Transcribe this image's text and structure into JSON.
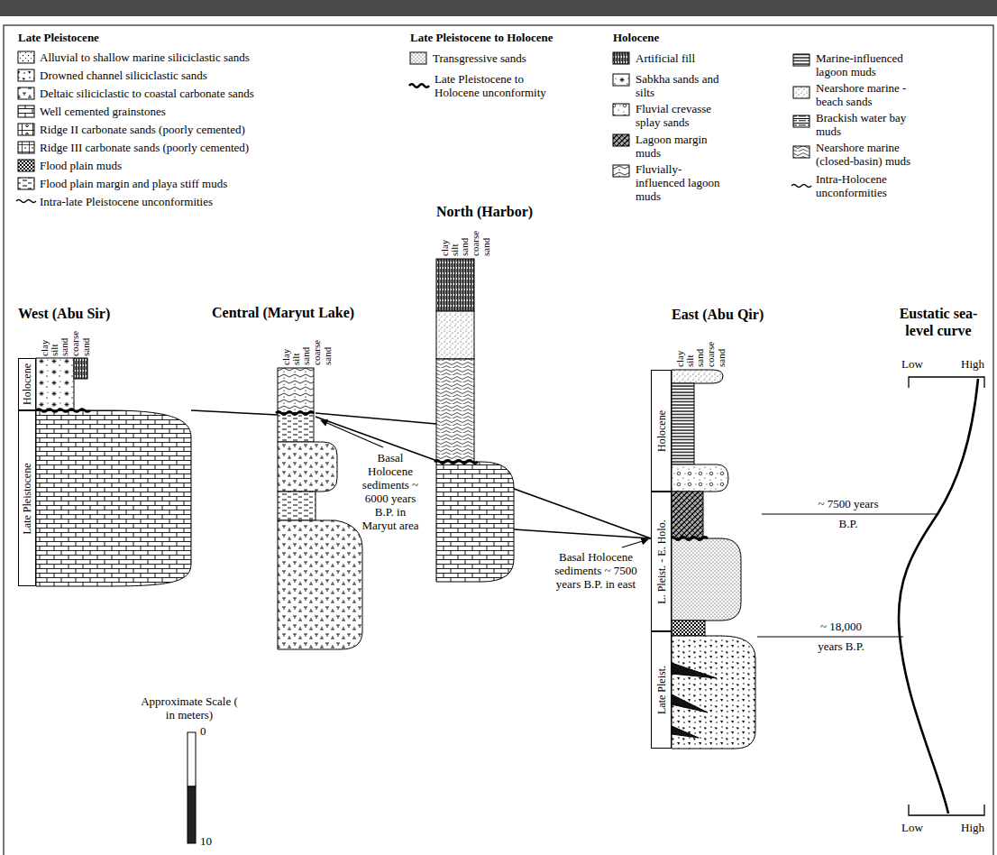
{
  "diagram": {
    "nodes": [
      {
        "text": [
          "West (Abu Sir)"
        ]
      },
      {
        "text": [
          "Holocene"
        ],
        "in": 0
      },
      {
        "text": [
          "Late Pleistocene"
        ],
        "in": 0
      },
      {
        "text": [
          "Central (Maryut Lake)"
        ]
      },
      {
        "text": [
          "North (Harbor)"
        ]
      },
      {
        "text": [
          "East (Abu Qir)"
        ]
      },
      {
        "text": [
          "Holocene"
        ],
        "in": 5
      },
      {
        "text": [
          "L. Pleist. - E. Holo."
        ],
        "in": 5
      },
      {
        "text": [
          "Late Pleist."
        ],
        "in": 5
      }
    ],
    "edges": [
      {
        "from": 0,
        "to": 3,
        "arrow": "none"
      },
      {
        "from": 3,
        "to": 4,
        "arrow": "none"
      },
      {
        "from": 4,
        "to": 5,
        "arrow": "none"
      },
      {
        "from": 3,
        "to": 5,
        "arrow": "none"
      }
    ],
    "labels": [
      "Late Pleistocene",
      "Late Pleistocene to Holocene",
      "Holocene",
      "clay",
      "silt",
      "sand",
      "coarse sand",
      "clay",
      "silt",
      "sand",
      "coarse sand",
      "clay",
      "silt",
      "sand",
      "coarse sand",
      "clay",
      "silt",
      "sand",
      "coarse sand",
      "Basal Holocene sediments ~ 6000 years B.P. in Maryut area",
      "Basal Holocene sediments ~ 7500 years B.P. in east",
      "Eustatic sea-level curve",
      "Low",
      "High",
      "~ 7500 years B.P.",
      "~ 18,000 years B.P.",
      "Low",
      "High",
      "Approximate Scale ( in meters)",
      "0",
      "10"
    ],
    "legend": [
      {
        "text": "Alluvial to shallow marine siliciclastic sands"
      },
      {
        "text": "Drowned channel siliciclastic sands"
      },
      {
        "text": "Deltaic siliciclastic to coastal carbonate sands"
      },
      {
        "text": "Well cemented grainstones"
      },
      {
        "text": "Ridge II carbonate sands (poorly cemented)"
      },
      {
        "text": "Ridge III carbonate sands (poorly cemented)"
      },
      {
        "text": "Flood plain muds"
      },
      {
        "text": "Flood plain margin and playa stiff muds"
      },
      {
        "text": "Intra-late Pleistocene unconformities"
      },
      {
        "text": "Transgressive sands"
      },
      {
        "text": "Late Pleistocene to Holocene unconformity"
      },
      {
        "text": "Artificial fill"
      },
      {
        "text": "Sabkha sands and silts"
      },
      {
        "text": "Fluvial crevasse splay sands"
      },
      {
        "text": "Lagoon margin muds"
      },
      {
        "text": "Fluvially-influenced lagoon muds"
      },
      {
        "text": "Marine-influenced lagoon muds"
      },
      {
        "text": "Nearshore marine -beach sands"
      },
      {
        "text": "Brackish water bay muds"
      },
      {
        "text": "Nearshore marine (closed-basin) muds"
      },
      {
        "text": "Intra-Holocene unconformities"
      }
    ]
  }
}
